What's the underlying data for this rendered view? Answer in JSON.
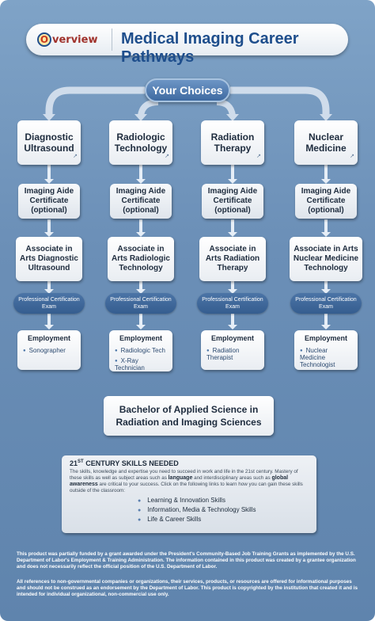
{
  "header": {
    "logo_letter": "O",
    "logo_rest": "verview",
    "title": "Medical Imaging Career Pathways"
  },
  "choices_label": "Your Choices",
  "pathways": [
    {
      "name": "Diagnostic Ultrasound",
      "aide": "Imaging Aide Certificate",
      "aide_optional": "(optional)",
      "associate": "Associate in Arts Diagnostic Ultrasound",
      "exam": "Professional Certification Exam",
      "employment_title": "Employment",
      "jobs": [
        "Sonographer"
      ]
    },
    {
      "name": "Radiologic Technology",
      "aide": "Imaging Aide Certificate",
      "aide_optional": "(optional)",
      "associate": "Associate in Arts Radiologic Technology",
      "exam": "Professional Certification Exam",
      "employment_title": "Employment",
      "jobs": [
        "Radiologic Tech",
        "X-Ray Technician"
      ]
    },
    {
      "name": "Radiation Therapy",
      "aide": "Imaging Aide Certificate",
      "aide_optional": "(optional)",
      "associate": "Associate in Arts Radiation Therapy",
      "exam": "Professional Certification Exam",
      "employment_title": "Employment",
      "jobs": [
        "Radiation Therapist"
      ]
    },
    {
      "name": "Nuclear Medicine",
      "aide": "Imaging Aide Certificate",
      "aide_optional": "(optional)",
      "associate": "Associate in Arts Nuclear Medicine Technology",
      "exam": "Professional Certification Exam",
      "employment_title": "Employment",
      "jobs": [
        "Nuclear Medicine Technologist"
      ]
    }
  ],
  "bachelor": "Bachelor of Applied Science in Radiation and Imaging Sciences",
  "skills": {
    "title_number": "21",
    "title_sup": "ST",
    "title_rest": " CENTURY SKILLS NEEDED",
    "body_1": "The skills, knowledge and expertise you need to succeed in work and life in the 21st century. Mastery of these skills as well as subject areas such as ",
    "body_bold_1": "language",
    "body_2": " and interdisciplinary areas such as ",
    "body_bold_2": "global awareness",
    "body_3": " are critical to your success. Click on the following links to learn how you can gain these skills outside of the classroom:",
    "links": [
      "Learning & Innovation Skills",
      "Information, Media & Technology Skills",
      "Life & Career Skills"
    ]
  },
  "footer": {
    "p1": "This product was partially funded by a grant awarded under the President's Community-Based Job Training Grants as implemented by the U.S. Department of Labor's Employment & Training Administration. The information contained in this product was created by a grantee organization and does not necessarily reflect the official position of the U.S. Department of Labor.",
    "p2": "All references to non-governmental companies or organizations, their services, products, or resources are offered for informational purposes and should not be construed as an endorsement by the Department of Labor. This product is copyrighted by the institution that created it and is intended for individual organizational, non-commercial use only."
  },
  "colors": {
    "background": "#6b8fb7",
    "title": "#1e4e8c",
    "pill": "#3e6aa1"
  }
}
